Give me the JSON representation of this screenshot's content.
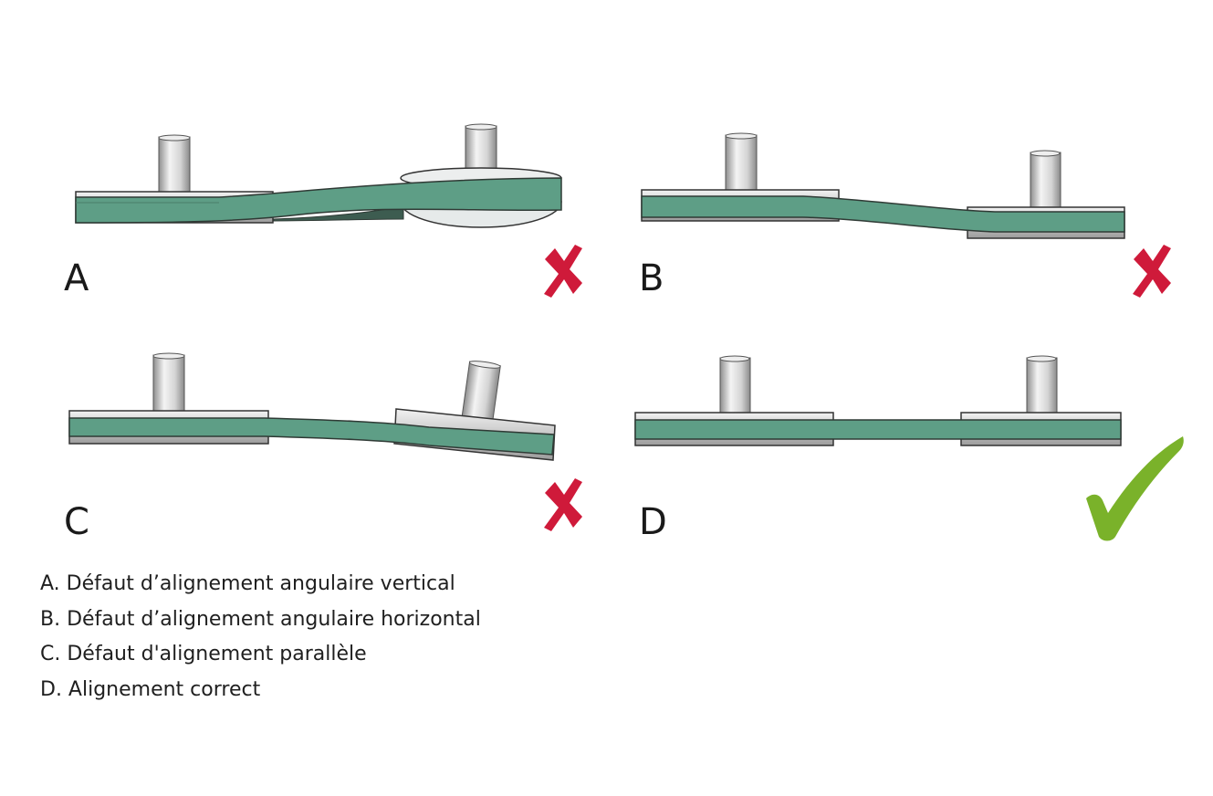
{
  "panels": [
    {
      "id": "A",
      "letter": "A",
      "status": "incorrect"
    },
    {
      "id": "B",
      "letter": "B",
      "status": "incorrect"
    },
    {
      "id": "C",
      "letter": "C",
      "status": "incorrect"
    },
    {
      "id": "D",
      "letter": "D",
      "status": "correct"
    }
  ],
  "legend": [
    "A. Défaut d’alignement angulaire vertical",
    "B. Défaut d’alignement angulaire horizontal",
    "C. Défaut d'alignement parallèle",
    "D. Alignement correct"
  ],
  "icons": {
    "incorrect": "cross-mark-icon",
    "correct": "check-mark-icon"
  },
  "colors": {
    "belt": "#5e9e86",
    "belt_edge": "#2f3a35",
    "pulley_face": "#e4e8e8",
    "shaft": "#d0d0d0",
    "cross": "#cf1a3a",
    "check": "#7ab22a",
    "text": "#1a1a1a"
  }
}
